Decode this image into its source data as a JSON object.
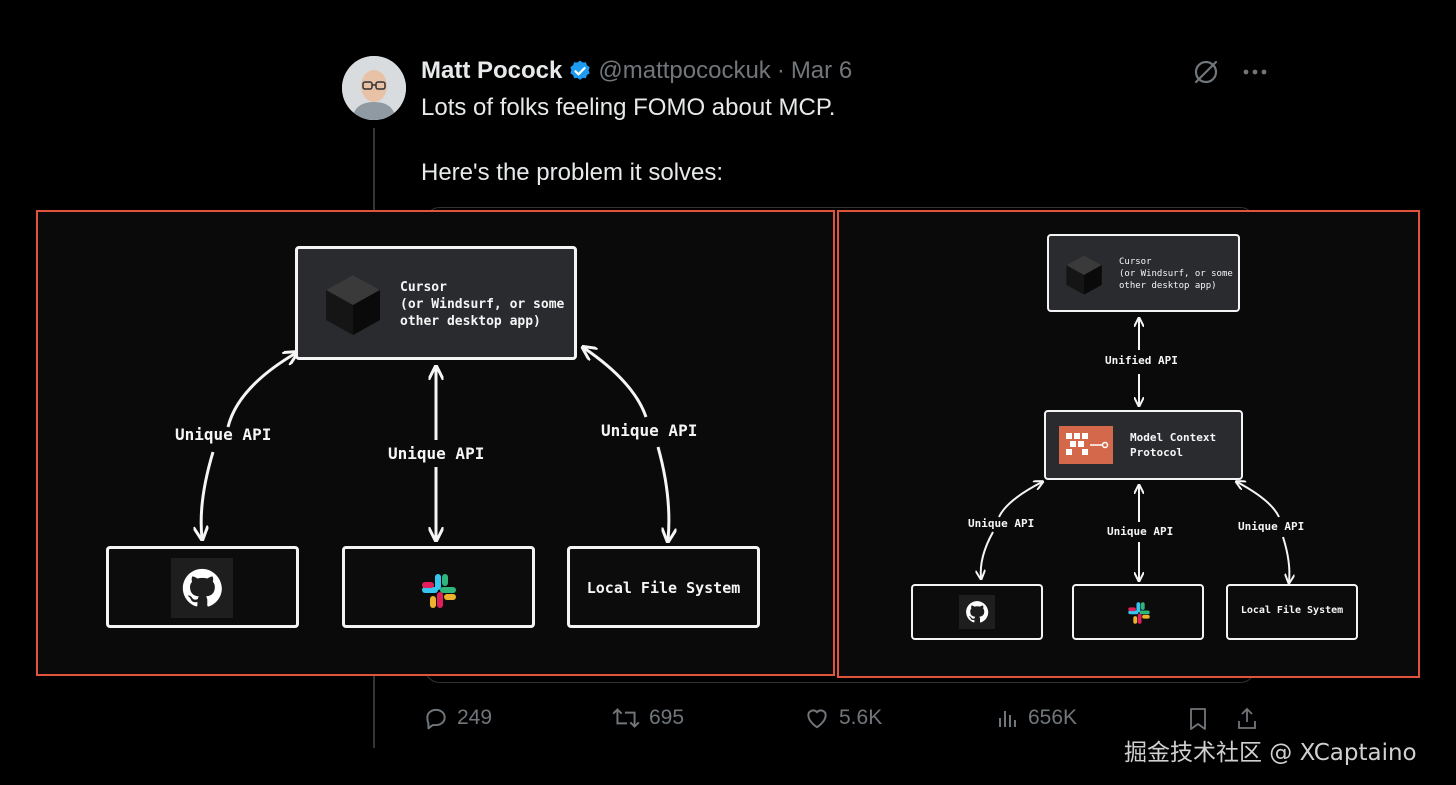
{
  "tweet": {
    "author": {
      "display_name": "Matt Pocock",
      "handle": "@mattpocockuk",
      "separator": "·",
      "date": "Mar 6"
    },
    "text_line1": "Lots of folks feeling FOMO about MCP.",
    "text_line2": "Here's the problem it solves:",
    "accent_color": "#1d9bf0"
  },
  "diagram_left": {
    "top_box": {
      "title": "Cursor",
      "subtitle_line1": "(or Windsurf, or some",
      "subtitle_line2": "other desktop app)"
    },
    "api_labels": [
      "Unique API",
      "Unique API",
      "Unique API"
    ],
    "bottom_boxes": [
      {
        "icon": "github-icon"
      },
      {
        "icon": "slack-icon"
      },
      {
        "label": "Local File System"
      }
    ]
  },
  "diagram_right": {
    "top_box": {
      "title": "Cursor",
      "subtitle_line1": "(or Windsurf, or some",
      "subtitle_line2": "other desktop app)"
    },
    "unified_label": "Unified API",
    "mcp_box": {
      "line1": "Model Context",
      "line2": "Protocol"
    },
    "api_labels": [
      "Unique API",
      "Unique API",
      "Unique API"
    ],
    "bottom_boxes": [
      {
        "icon": "github-icon"
      },
      {
        "icon": "slack-icon"
      },
      {
        "label": "Local File System"
      }
    ]
  },
  "actions": {
    "replies": "249",
    "reposts": "695",
    "likes": "5.6K",
    "views": "656K"
  },
  "watermark": "掘金技术社区 @ XCaptaino",
  "colors": {
    "highlight_border": "#e0533d",
    "mcp_orange": "#d3684a",
    "muted": "#71767b"
  }
}
